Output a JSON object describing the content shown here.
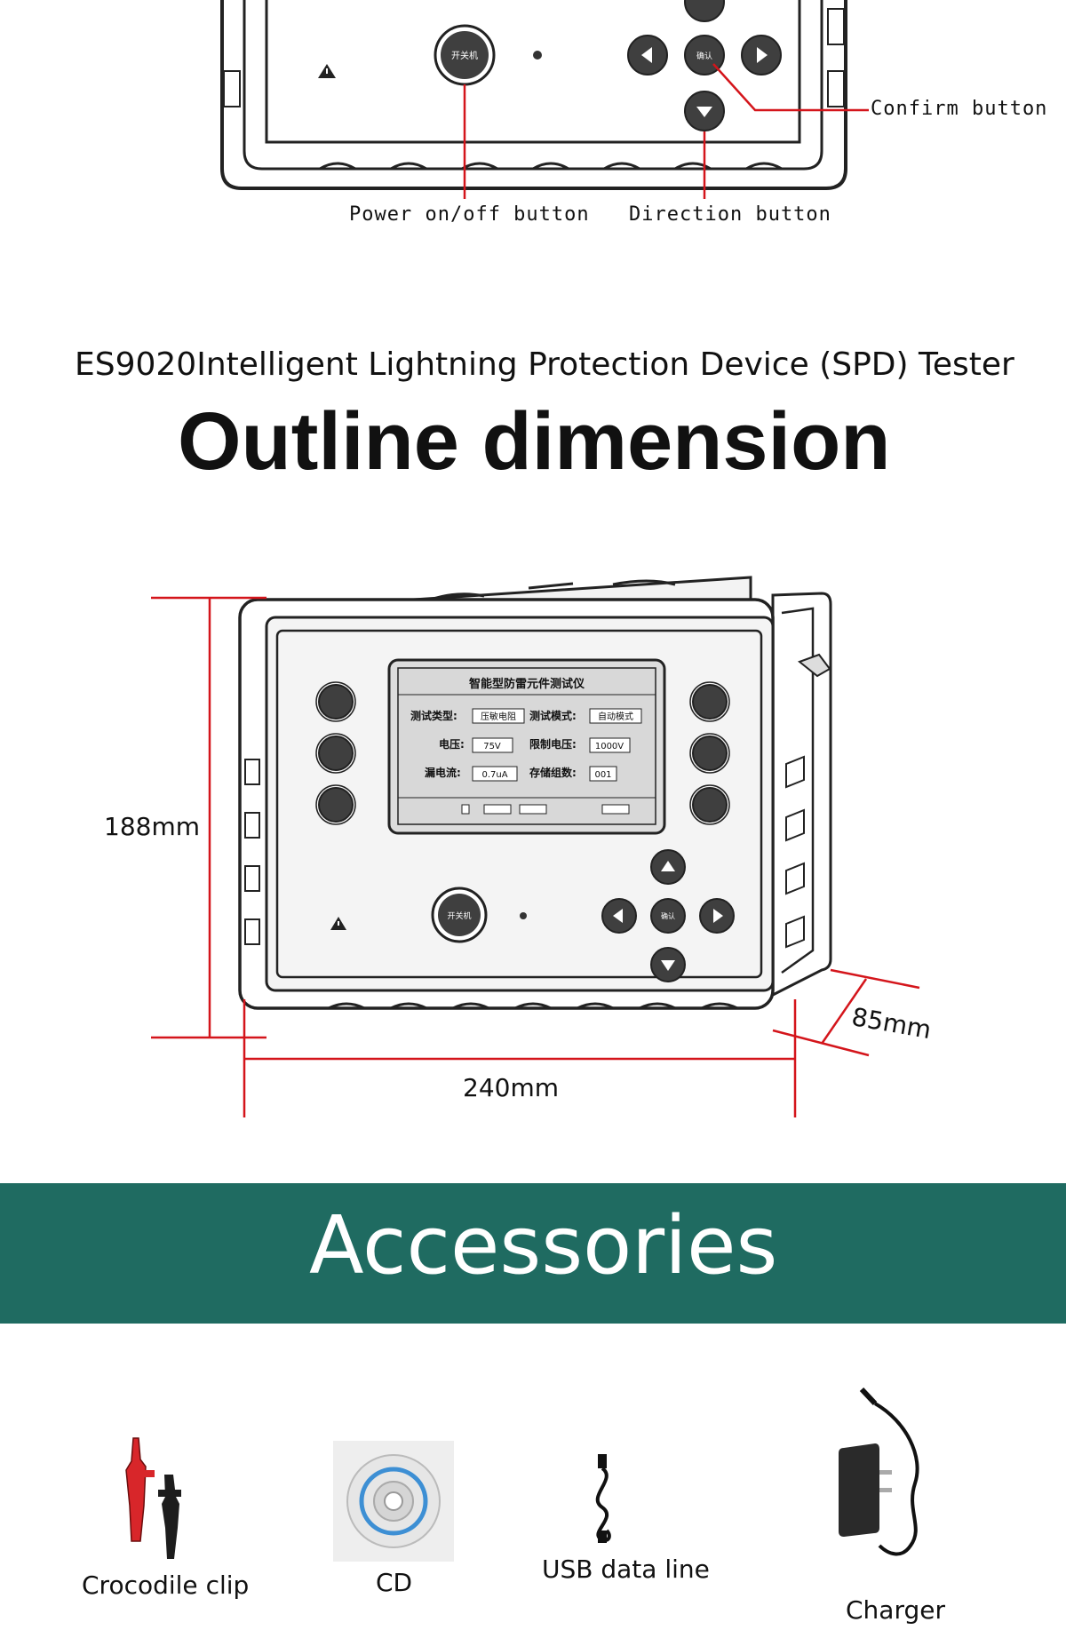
{
  "top_device": {
    "power_button_text": "开关机",
    "confirm_button_text": "确认",
    "labels": {
      "confirm": "Confirm button",
      "power": "Power on/off button",
      "direction": "Direction button"
    }
  },
  "outline": {
    "subtitle": "ES9020Intelligent Lightning Protection Device (SPD) Tester",
    "title": "Outline dimension",
    "dimensions": {
      "height": "188mm",
      "width": "240mm",
      "depth": "85mm"
    },
    "screen": {
      "title": "智能型防雷元件测试仪",
      "row1_label_a": "测试类型:",
      "row1_value_a": "压敏电阻",
      "row1_label_b": "测试模式:",
      "row1_value_b": "自动模式",
      "row2_label_a": "电压:",
      "row2_value_a": "75V",
      "row2_label_b": "限制电压:",
      "row2_value_b": "1000V",
      "row3_label_a": "漏电流:",
      "row3_value_a": "0.7uA",
      "row3_label_b": "存储组数:",
      "row3_value_b": "001"
    },
    "power_button_text": "开关机",
    "confirm_button_text": "确认"
  },
  "accessories": {
    "title": "Accessories",
    "items": [
      {
        "label": "Crocodile clip",
        "icon": "crocodile-clip-icon"
      },
      {
        "label": "CD",
        "icon": "cd-icon"
      },
      {
        "label": "USB data line",
        "icon": "usb-cable-icon"
      },
      {
        "label": "Charger",
        "icon": "charger-icon"
      }
    ]
  },
  "colors": {
    "accent_red": "#d4151b",
    "band_green": "#1f6b61",
    "button_dark": "#3f3f3f"
  }
}
